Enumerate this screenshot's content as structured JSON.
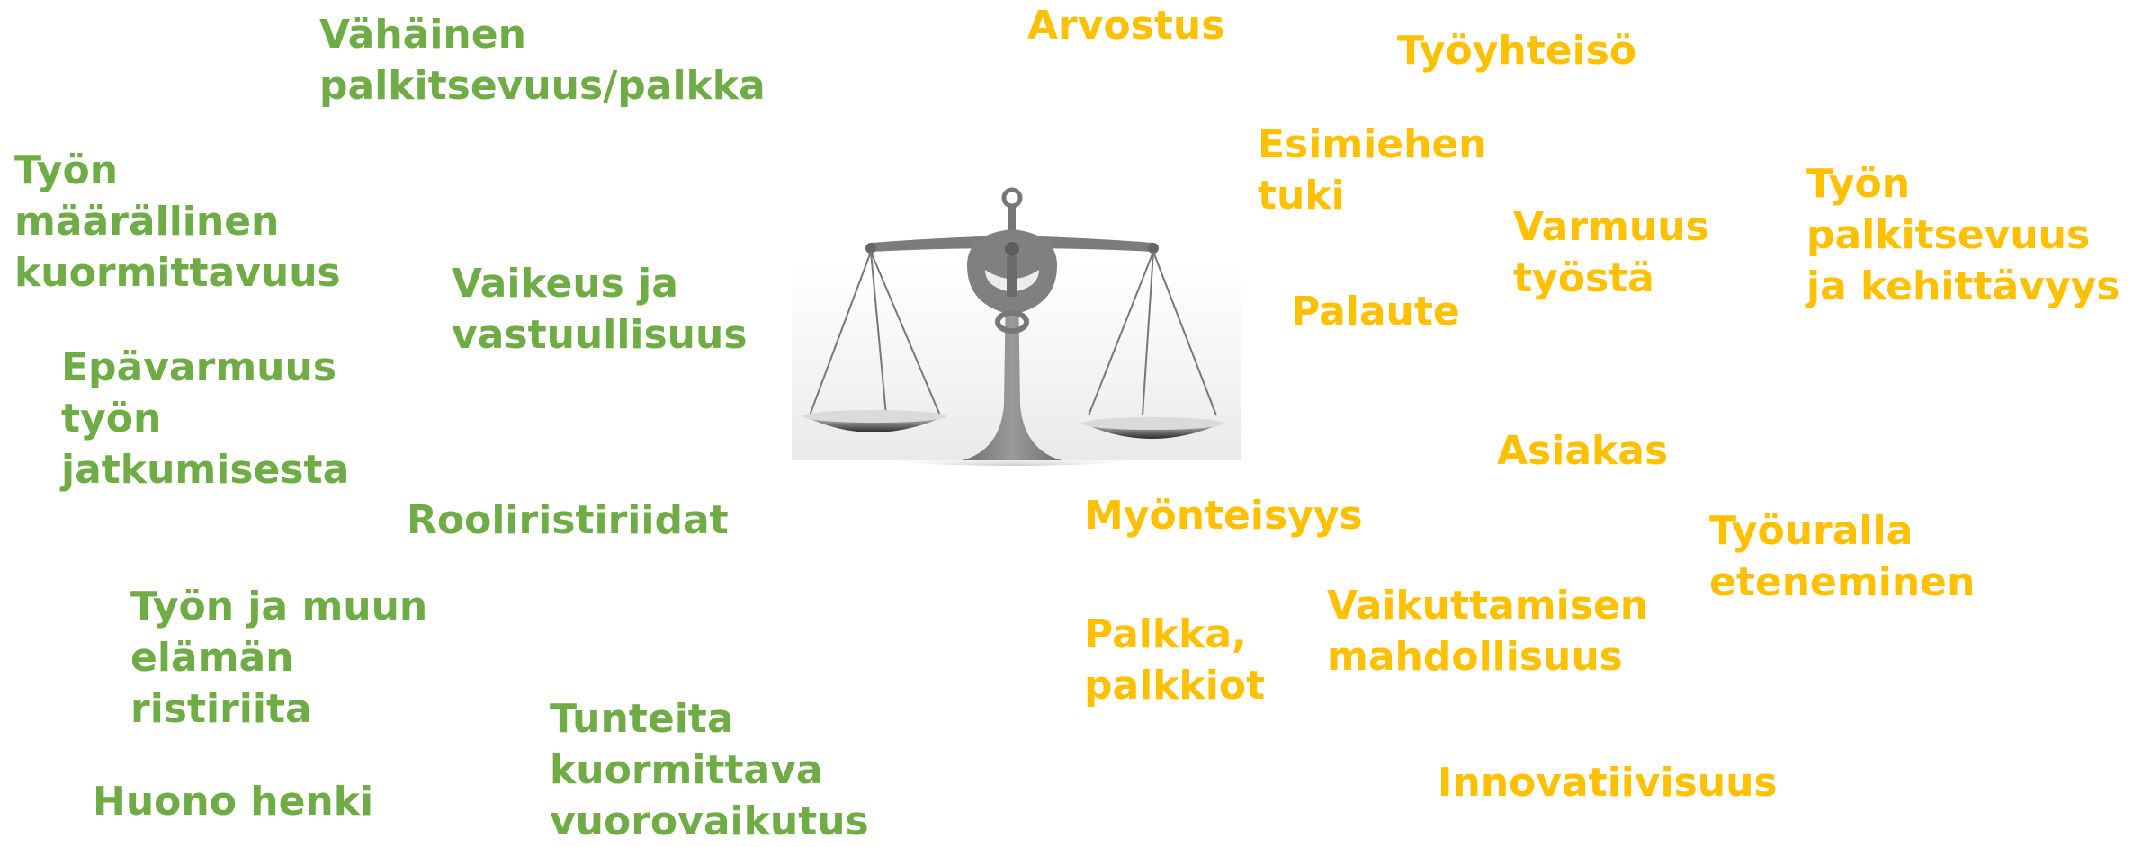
{
  "colors": {
    "negative": "#6fac46",
    "positive": "#ffc000"
  },
  "image": {
    "name": "balance-scale"
  },
  "negative_factors": [
    "Vähäinen\npalkitsevuus/palkka",
    "Työn\nmäärällinen\nkuormittavuus",
    "Vaikeus ja\nvastuullisuus",
    "Epävarmuus\ntyön\njatkumisesta",
    "Rooliristiriidat",
    "Työn ja muun\nelämän\nristiriita",
    "Tunteita\nkuormittava\nvuorovaikutus",
    "Huono henki"
  ],
  "positive_factors": [
    "Arvostus",
    "Työyhteisö",
    "Esimiehen\ntuki",
    "Varmuus\ntyöstä",
    "Työn\npalkitsevuus\nja kehittävyys",
    "Palaute",
    "Asiakas",
    "Myönteisyys",
    "Työuralla\neteneminen",
    "Vaikuttamisen\nmahdollisuus",
    "Palkka,\npalkkiot",
    "Innovatiivisuus"
  ]
}
